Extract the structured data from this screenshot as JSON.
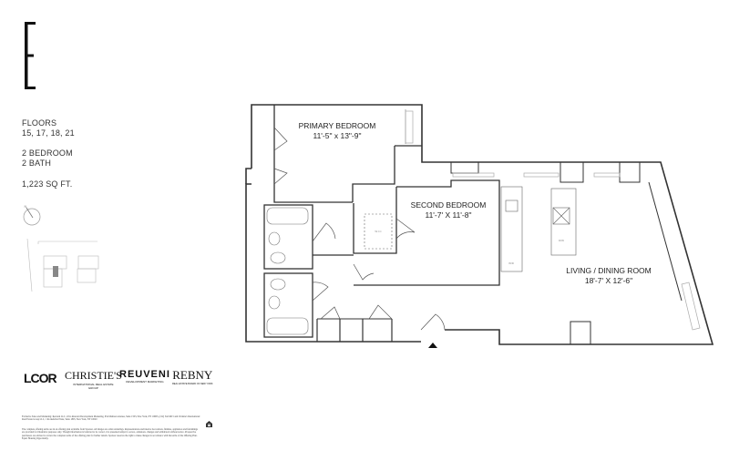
{
  "unit_letter": "E",
  "info": {
    "floors_label": "FLOORS",
    "floors_value": "15, 17, 18, 21",
    "bedrooms": "2 BEDROOM",
    "baths": "2 BATH",
    "area": "1,223 SQ FT."
  },
  "compass_label": "N",
  "rooms": {
    "primary": {
      "name": "PRIMARY BEDROOM",
      "dims": "11'-5\" x 13\"-9\""
    },
    "second": {
      "name": "SECOND BEDROOM",
      "dims": "11'-7' X 11'-8\""
    },
    "living": {
      "name": "LIVING / DINING ROOM",
      "dims": "18'-7' X 12'-6\""
    },
    "wic": "W.I.C",
    "dw": "D/W",
    "wd": "W/D"
  },
  "brands": {
    "lcor": "LCOR",
    "christies": "CHRISTIE'S",
    "christies_sub": "INTERNATIONAL REAL ESTATE",
    "christies_group": "GROUP",
    "reuveni": "REUVENI",
    "reuveni_sub": "DEVELOPMENT MARKETING",
    "rebny": "REBNY",
    "rebny_sub": "REAL ESTATE BOARD OF NEW YORK"
  },
  "legal": {
    "p1": "Exclusive Sales and Marketing: Reuveni LLC, d/b/a Reuveni Development Marketing, 654 Madison Avenue, Suite 1503, New York, NY 10065, (212) 542-9015 and Christie's International Real Estate Group LLC, 1 Rockefeller Plaza, Suite 1805, New York, NY 10020",
    "p2": "The complete offering terms are in an offering plan available from Sponsor. All images are artist renderings. Representations and interior decorations, finishes, appliances and furnishings are provided for illustrative purposes only. Though information is believed to be correct, it is presented subject to errors, omissions, changes and withdrawal without notice. Prospective purchasers are advised to review the complete terms of the offering plan for further details. Sponsor reserves the right to make changes in accordance with the terms of the Offering Plan. Equal Housing Opportunity."
  }
}
